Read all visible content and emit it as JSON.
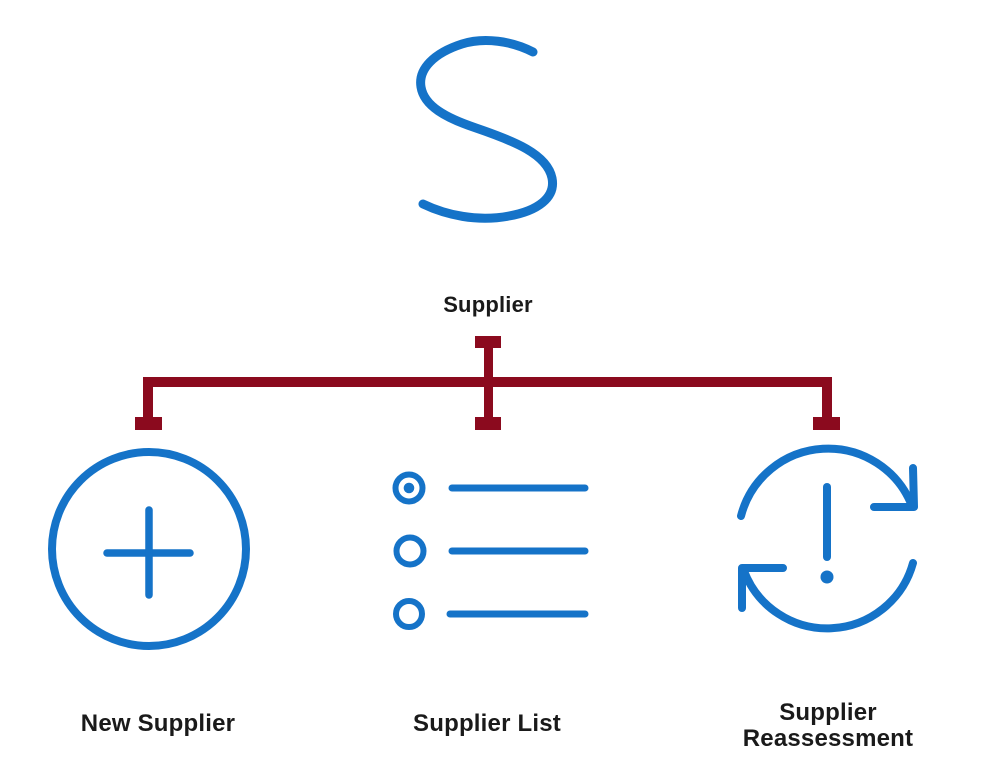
{
  "diagram": {
    "root": {
      "label": "Supplier",
      "icon": "letter-s-icon"
    },
    "nodes": [
      {
        "id": "new-supplier",
        "label": "New Supplier",
        "icon": "add-circle-icon"
      },
      {
        "id": "supplier-list",
        "label": "Supplier List",
        "icon": "bulleted-list-icon"
      },
      {
        "id": "supplier-reassessment",
        "label": "Supplier Reassessment",
        "icon": "sync-alert-icon"
      }
    ]
  },
  "colors": {
    "icon_blue": "#1573C8",
    "connector_maroon": "#8B0A1E",
    "label_text": "#1A1A1A",
    "background": "#FFFFFF"
  }
}
